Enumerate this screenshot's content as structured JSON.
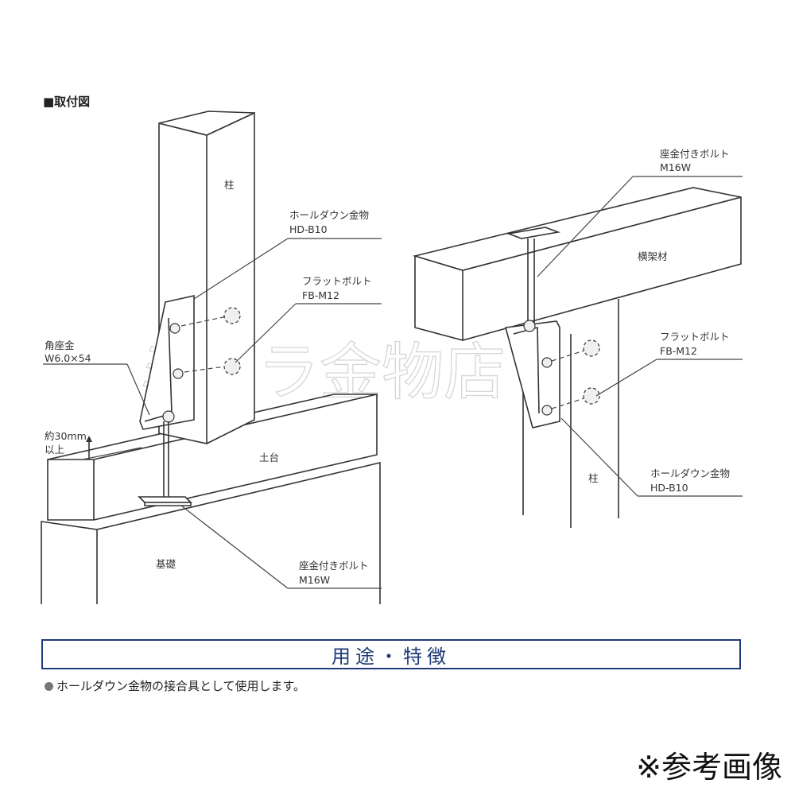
{
  "section_title": "■取付図",
  "watermark": "ミハラ金物店",
  "left_diagram": {
    "pillar": "柱",
    "holdown": [
      "ホールダウン金物",
      "HD-B10"
    ],
    "flat_bolt": [
      "フラットボルト",
      "FB-M12"
    ],
    "square_washer": [
      "角座金",
      "W6.0×54"
    ],
    "clearance": [
      "約30mm",
      "以上"
    ],
    "sill": "土台",
    "foundation": "基礎",
    "washer_bolt": [
      "座金付きボルト",
      "M16W"
    ]
  },
  "right_diagram": {
    "washer_bolt": [
      "座金付きボルト",
      "M16W"
    ],
    "beam": "横架材",
    "flat_bolt": [
      "フラットボルト",
      "FB-M12"
    ],
    "pillar": "柱",
    "holdown": [
      "ホールダウン金物",
      "HD-B10"
    ]
  },
  "usage": {
    "title": "用途・特徴",
    "description": "ホールダウン金物の接合具として使用します。"
  },
  "reference_note": "※参考画像",
  "colors": {
    "accent": "#1f3a7a",
    "line": "#333333",
    "watermark": "#d6d6d6"
  }
}
